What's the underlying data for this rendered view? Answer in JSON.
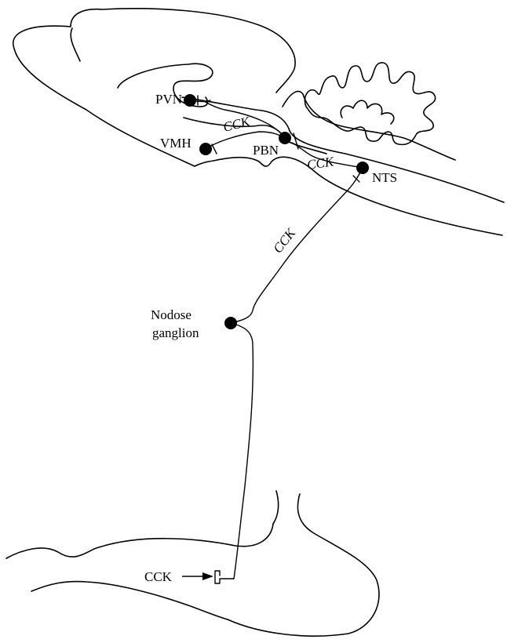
{
  "diagram": {
    "nuclei": {
      "pvn": "PVN",
      "vmh": "VMH",
      "pbn": "PBN",
      "nts": "NTS"
    },
    "ganglion": {
      "line1": "Nodose",
      "line2": "ganglion"
    },
    "pathway_labels": {
      "forebrain": "CCK",
      "brainstem": "CCK",
      "vagal": "CCK"
    },
    "gut_source": "CCK"
  }
}
